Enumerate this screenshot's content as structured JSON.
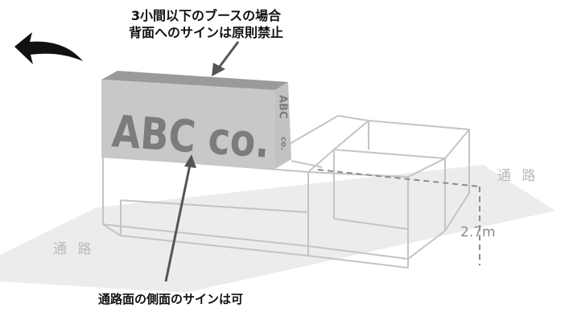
{
  "caption_top": {
    "line1": "3小間以下のブースの場合",
    "line2": "背面へのサインは原則禁止"
  },
  "caption_bottom": "通路面の側面のサインは可",
  "aisle_label_right": "通 路",
  "aisle_label_left": "通 路",
  "height_label": "2.7m",
  "sign_front_text": "ABC co.",
  "sign_side_text_1": "ABC",
  "sign_side_text_2": "co.",
  "colors": {
    "floor": "#ececec",
    "sign_front": "#c8c8c8",
    "sign_top": "#9a9a9a",
    "sign_lettering": "#7c7c7c",
    "booth_outline": "#c4c4c4",
    "arrow": "#111111"
  }
}
